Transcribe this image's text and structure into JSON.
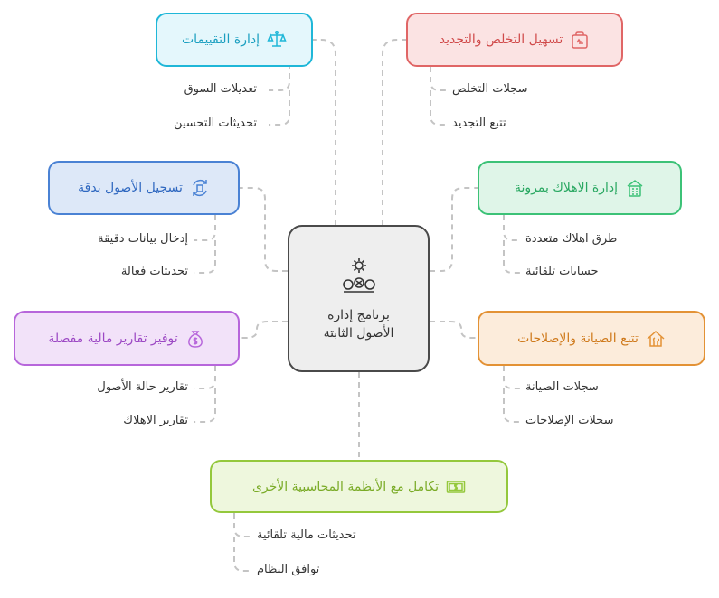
{
  "center": {
    "line1": "برنامج إدارة",
    "line2": "الأصول الثابتة",
    "icon": "gears-coins-icon"
  },
  "nodes": [
    {
      "id": "valuation",
      "title": "إدارة التقييمات",
      "icon": "scales-icon",
      "color": "#1fb7d8",
      "fill": "#e4f7fc",
      "leaves": [
        "تعديلات السوق",
        "تحديثات التحسين"
      ]
    },
    {
      "id": "disposal",
      "title": "تسهيل التخلص والتجديد",
      "icon": "recycle-bag-icon",
      "color": "#e06666",
      "fill": "#fbe3e3",
      "leaves": [
        "سجلات التخلص",
        "تتبع التجديد"
      ]
    },
    {
      "id": "registration",
      "title": "تسجيل الأصول بدقة",
      "icon": "sync-files-icon",
      "color": "#4a82d4",
      "fill": "#dde8f8",
      "leaves": [
        "إدخال بيانات دقيقة",
        "تحديثات فعالة"
      ]
    },
    {
      "id": "depreciation",
      "title": "إدارة الاهلاك بمرونة",
      "icon": "calculator-house-icon",
      "color": "#3cc277",
      "fill": "#dff5e8",
      "leaves": [
        "طرق اهلاك متعددة",
        "حسابات تلقائية"
      ]
    },
    {
      "id": "reports",
      "title": "توفير تقارير مالية مفصلة",
      "icon": "money-bag-icon",
      "color": "#b766db",
      "fill": "#f2e2f9",
      "leaves": [
        "تقارير حالة الأصول",
        "تقارير الاهلاك"
      ]
    },
    {
      "id": "maintenance",
      "title": "تتبع الصيانة والإصلاحات",
      "icon": "house-wrench-icon",
      "color": "#e39235",
      "fill": "#fcecdb",
      "leaves": [
        "سجلات الصيانة",
        "سجلات الإصلاحات"
      ]
    },
    {
      "id": "integration",
      "title": "تكامل مع الأنظمة المحاسبية الأخرى",
      "icon": "cash-icon",
      "color": "#94c83c",
      "fill": "#eef7dd",
      "leaves": [
        "تحديثات مالية تلقائية",
        "توافق النظام"
      ]
    }
  ]
}
